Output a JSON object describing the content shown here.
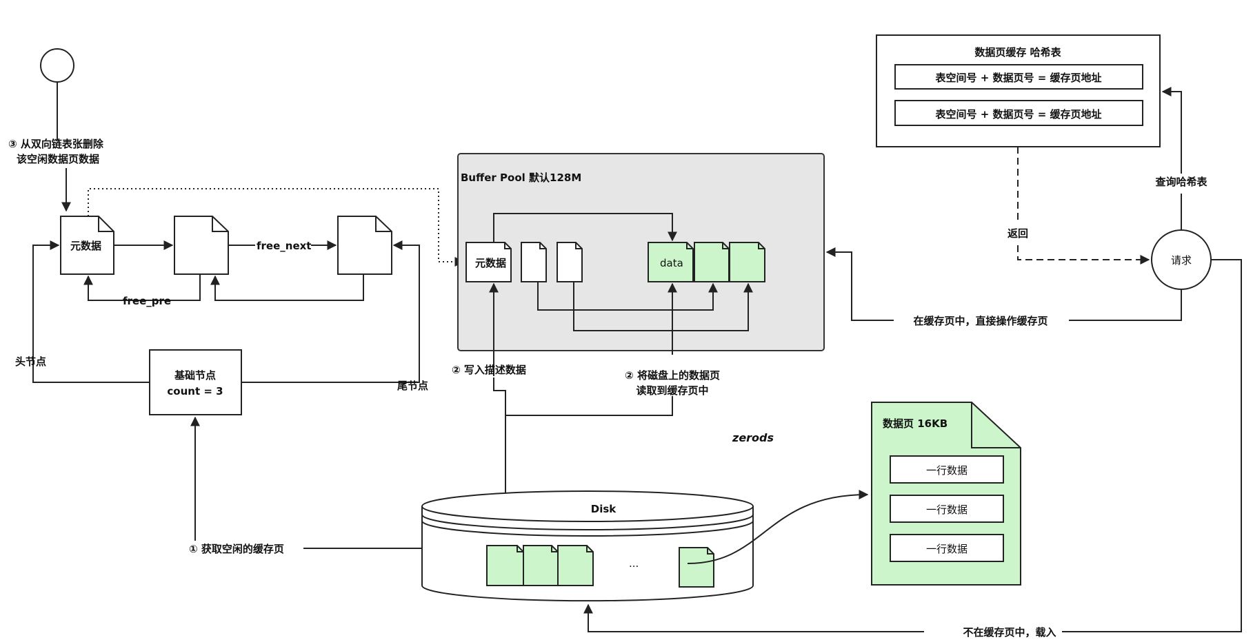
{
  "circle_label": "③ 从双向链表张删除",
  "circle_label_2": "该空闲数据页数据",
  "free_list": {
    "head_page": "元数据",
    "free_next": "free_next",
    "free_pre": "free_pre",
    "head_node": "头节点",
    "tail_node": "尾节点",
    "base_node_title": "基础节点",
    "base_node_count": "count = 3"
  },
  "buffer_pool": {
    "title": "Buffer Pool 默认128M",
    "meta_page": "元数据",
    "data_page": "data"
  },
  "hash_table": {
    "title": "数据页缓存 哈希表",
    "rows": [
      "表空间号 + 数据页号 = 缓存页地址",
      "表空间号 + 数据页号 = 缓存页地址"
    ]
  },
  "request": "请求",
  "labels": {
    "query_hash": "查询哈希表",
    "return": "返回",
    "in_cache": "在缓存页中，直接操作缓存页",
    "not_in_cache": "不在缓存页中，载入",
    "write_desc": "② 写入描述数据",
    "read_disk_1": "② 将磁盘上的数据页",
    "read_disk_2": "读取到缓存页中",
    "get_free": "① 获取空闲的缓存页",
    "watermark": "zerods"
  },
  "disk": {
    "title": "Disk",
    "ellipsis": "..."
  },
  "data_page_doc": {
    "title": "数据页 16KB",
    "rows": [
      "一行数据",
      "一行数据",
      "一行数据"
    ]
  },
  "colors": {
    "green_fill": "#ccf5cc",
    "pool_fill": "#e6e6e6",
    "stroke": "#222222"
  }
}
